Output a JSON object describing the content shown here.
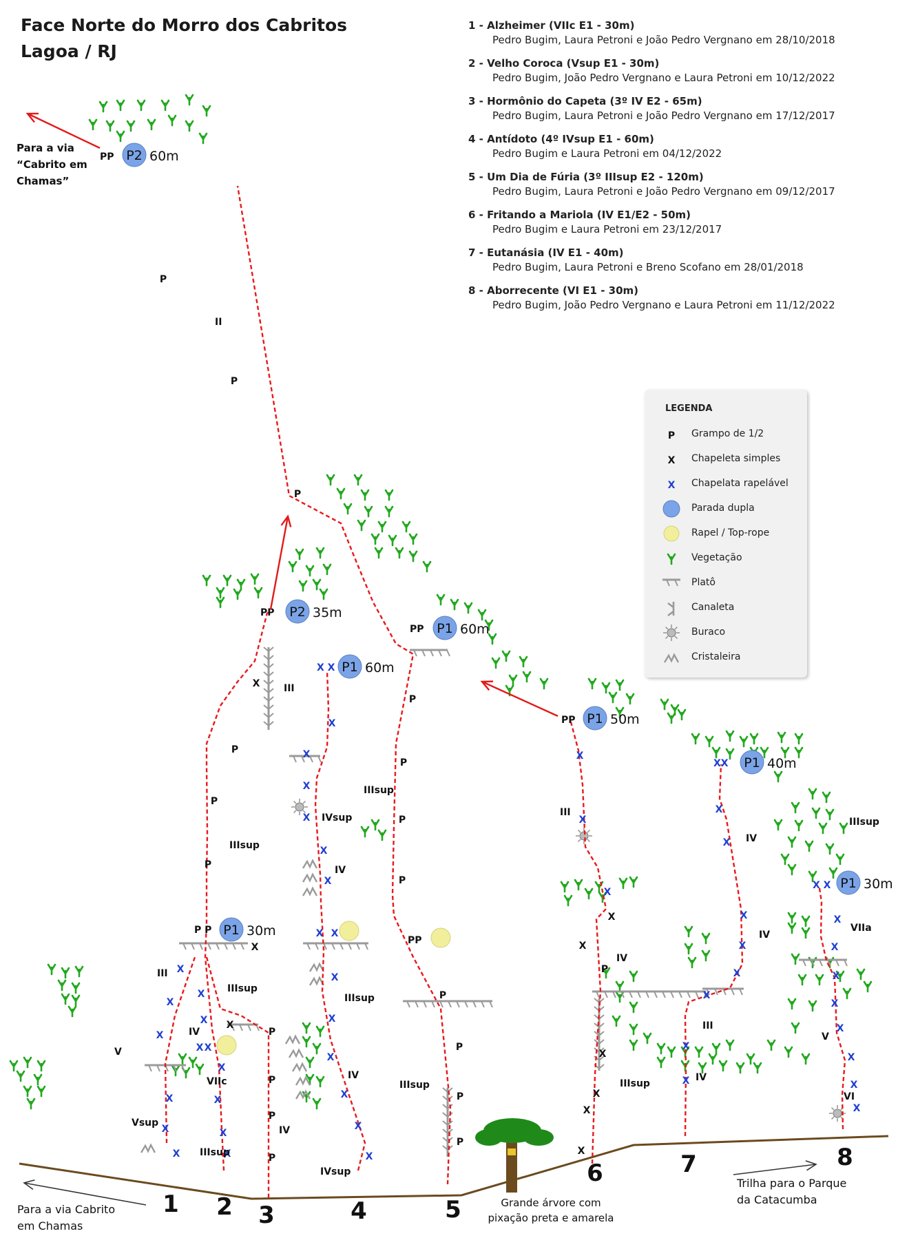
{
  "header": {
    "title_line1": "Face Norte do Morro dos Cabritos",
    "title_line2": "Lagoa / RJ"
  },
  "routes": [
    {
      "name": "1 - Alzheimer (VIIc E1 - 30m)",
      "authors": "Pedro Bugim, Laura Petroni e João Pedro Vergnano em 28/10/2018"
    },
    {
      "name": "2 - Velho Coroca (Vsup E1 - 30m)",
      "authors": "Pedro Bugim, João Pedro Vergnano  e Laura Petroni em 10/12/2022"
    },
    {
      "name": "3 - Hormônio do Capeta (3º IV E2 - 65m)",
      "authors": "Pedro Bugim, Laura Petroni e João Pedro Vergnano em 17/12/2017"
    },
    {
      "name": "4 - Antídoto (4º IVsup E1 - 60m)",
      "authors": "Pedro Bugim e Laura Petroni em 04/12/2022"
    },
    {
      "name": "5 - Um Dia de Fúria (3º IIIsup E2 - 120m)",
      "authors": "Pedro Bugim, Laura Petroni e João Pedro Vergnano em 09/12/2017"
    },
    {
      "name": "6 - Fritando a Mariola (IV E1/E2 - 50m)",
      "authors": "Pedro Bugim e Laura Petroni em 23/12/2017"
    },
    {
      "name": "7 - Eutanásia (IV E1 - 40m)",
      "authors": "Pedro Bugim, Laura Petroni e Breno Scofano em 28/01/2018"
    },
    {
      "name": "8 - Aborrecente (VI E1 - 30m)",
      "authors": "Pedro Bugim, João Pedro Vergnano e Laura Petroni em 11/12/2022"
    }
  ],
  "legend": {
    "title": "LEGENDA",
    "items": [
      {
        "symbol": "P",
        "label": "Grampo de 1/2"
      },
      {
        "symbol": "X",
        "label": "Chapeleta simples"
      },
      {
        "symbol": "X",
        "label": "Chapelata rapelável"
      },
      {
        "symbol": "belay-circle-icon",
        "label": "Parada dupla"
      },
      {
        "symbol": "rappel-circle-icon",
        "label": "Rapel / Top-rope"
      },
      {
        "symbol": "plant-icon",
        "label": "Vegetação"
      },
      {
        "symbol": "ledge-icon",
        "label": "Platô"
      },
      {
        "symbol": "gully-icon",
        "label": "Canaleta"
      },
      {
        "symbol": "hole-icon",
        "label": "Buraco"
      },
      {
        "symbol": "crystal-icon",
        "label": "Cristaleira"
      }
    ]
  },
  "colors": {
    "route": "#e8191c",
    "bolt_simple": "#111111",
    "bolt_rappel": "#1f3fd0",
    "belay": "#7ba4e8",
    "rappel": "#f2ef9c",
    "plant": "#22a81e",
    "ledge": "#9a9a9a",
    "ground": "#6b4a1e",
    "arrow": "#e31a1a"
  },
  "annotations": {
    "to_cabrito_top": [
      "Para a via",
      "“Cabrito em",
      "Chamas”"
    ],
    "to_cabrito_bottom": [
      "Para a via Cabrito",
      "em Chamas"
    ],
    "tree": [
      "Grande árvore com",
      "pixação preta e amarela"
    ],
    "trail": [
      "Trilha para o Parque",
      "da Catacumba"
    ]
  },
  "route_numbers": [
    "1",
    "2",
    "3",
    "4",
    "5",
    "6",
    "7",
    "8"
  ],
  "belays": [
    {
      "label": "P2",
      "length": "60m",
      "anchor": "PP"
    },
    {
      "label": "P2",
      "length": "35m",
      "anchor": "PP"
    },
    {
      "label": "P1",
      "length": "60m",
      "anchor": "X X"
    },
    {
      "label": "P1",
      "length": "60m",
      "anchor": "PP"
    },
    {
      "label": "P1",
      "length": "50m",
      "anchor": "PP"
    },
    {
      "label": "P1",
      "length": "40m",
      "anchor": "XX"
    },
    {
      "label": "P1",
      "length": "30m",
      "anchor": "X X"
    },
    {
      "label": "P1",
      "length": "30m",
      "anchor": "P P"
    }
  ],
  "grades": [
    "II",
    "III",
    "IIIsup",
    "IIIsup",
    "IVsup",
    "IV",
    "III",
    "III",
    "IIIsup",
    "IV",
    "IIIsup",
    "IV",
    "VIIa",
    "V",
    "IV",
    "VIIc",
    "Vsup",
    "IIIsup",
    "IV",
    "IV",
    "IVsup",
    "IIIsup",
    "IIIsup",
    "IV",
    "III",
    "IIIsup",
    "IV",
    "V",
    "VI"
  ],
  "extra_labels": {
    "pp_route5": "PP"
  }
}
